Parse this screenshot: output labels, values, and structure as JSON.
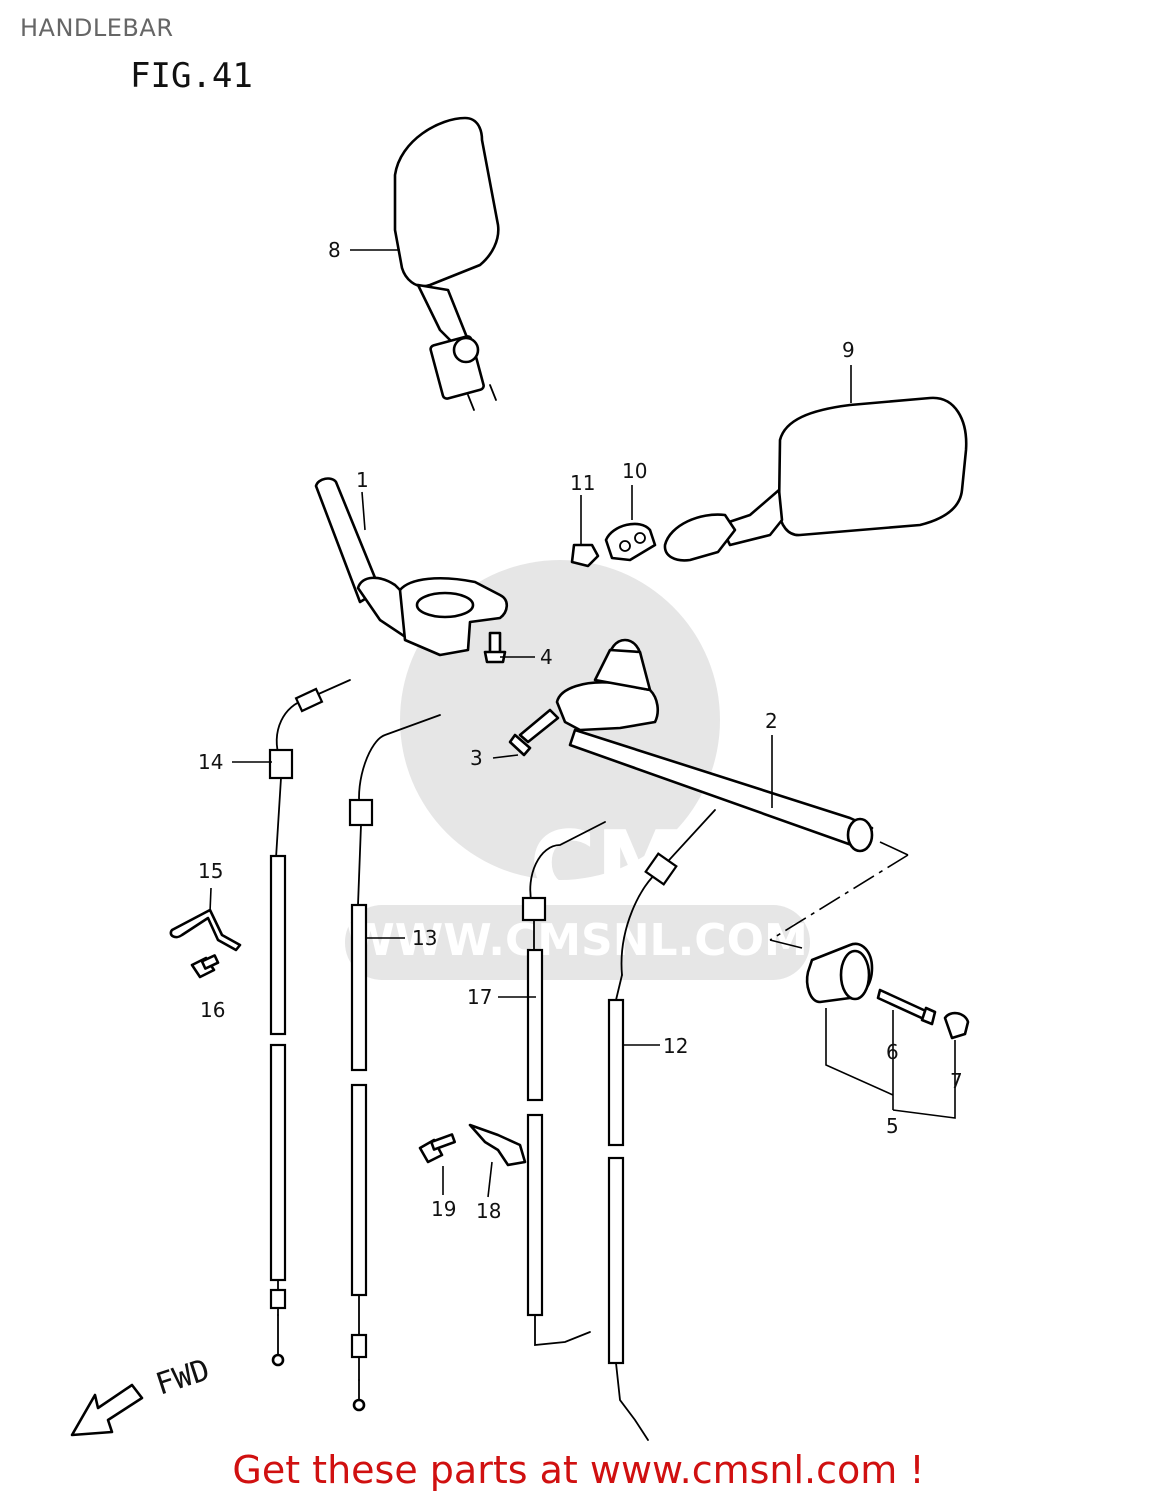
{
  "header": {
    "title": "HANDLEBAR"
  },
  "figure": {
    "label": "FIG.41",
    "fwd_label": "FWD"
  },
  "watermark": {
    "brand": "CMS",
    "url": "WWW.CMSNL.COM"
  },
  "footer": {
    "cta": "Get these parts at www.cmsnl.com !"
  },
  "callouts": {
    "p1": "1",
    "p2": "2",
    "p3": "3",
    "p4": "4",
    "p5": "5",
    "p6": "6",
    "p7": "7",
    "p8": "8",
    "p9": "9",
    "p10": "10",
    "p11": "11",
    "p12": "12",
    "p13": "13",
    "p14": "14",
    "p15": "15",
    "p16": "16",
    "p17": "17",
    "p18": "18",
    "p19": "19"
  },
  "colors": {
    "cta": "#d01010",
    "header": "#666666",
    "watermark": "#e6e6e6"
  }
}
